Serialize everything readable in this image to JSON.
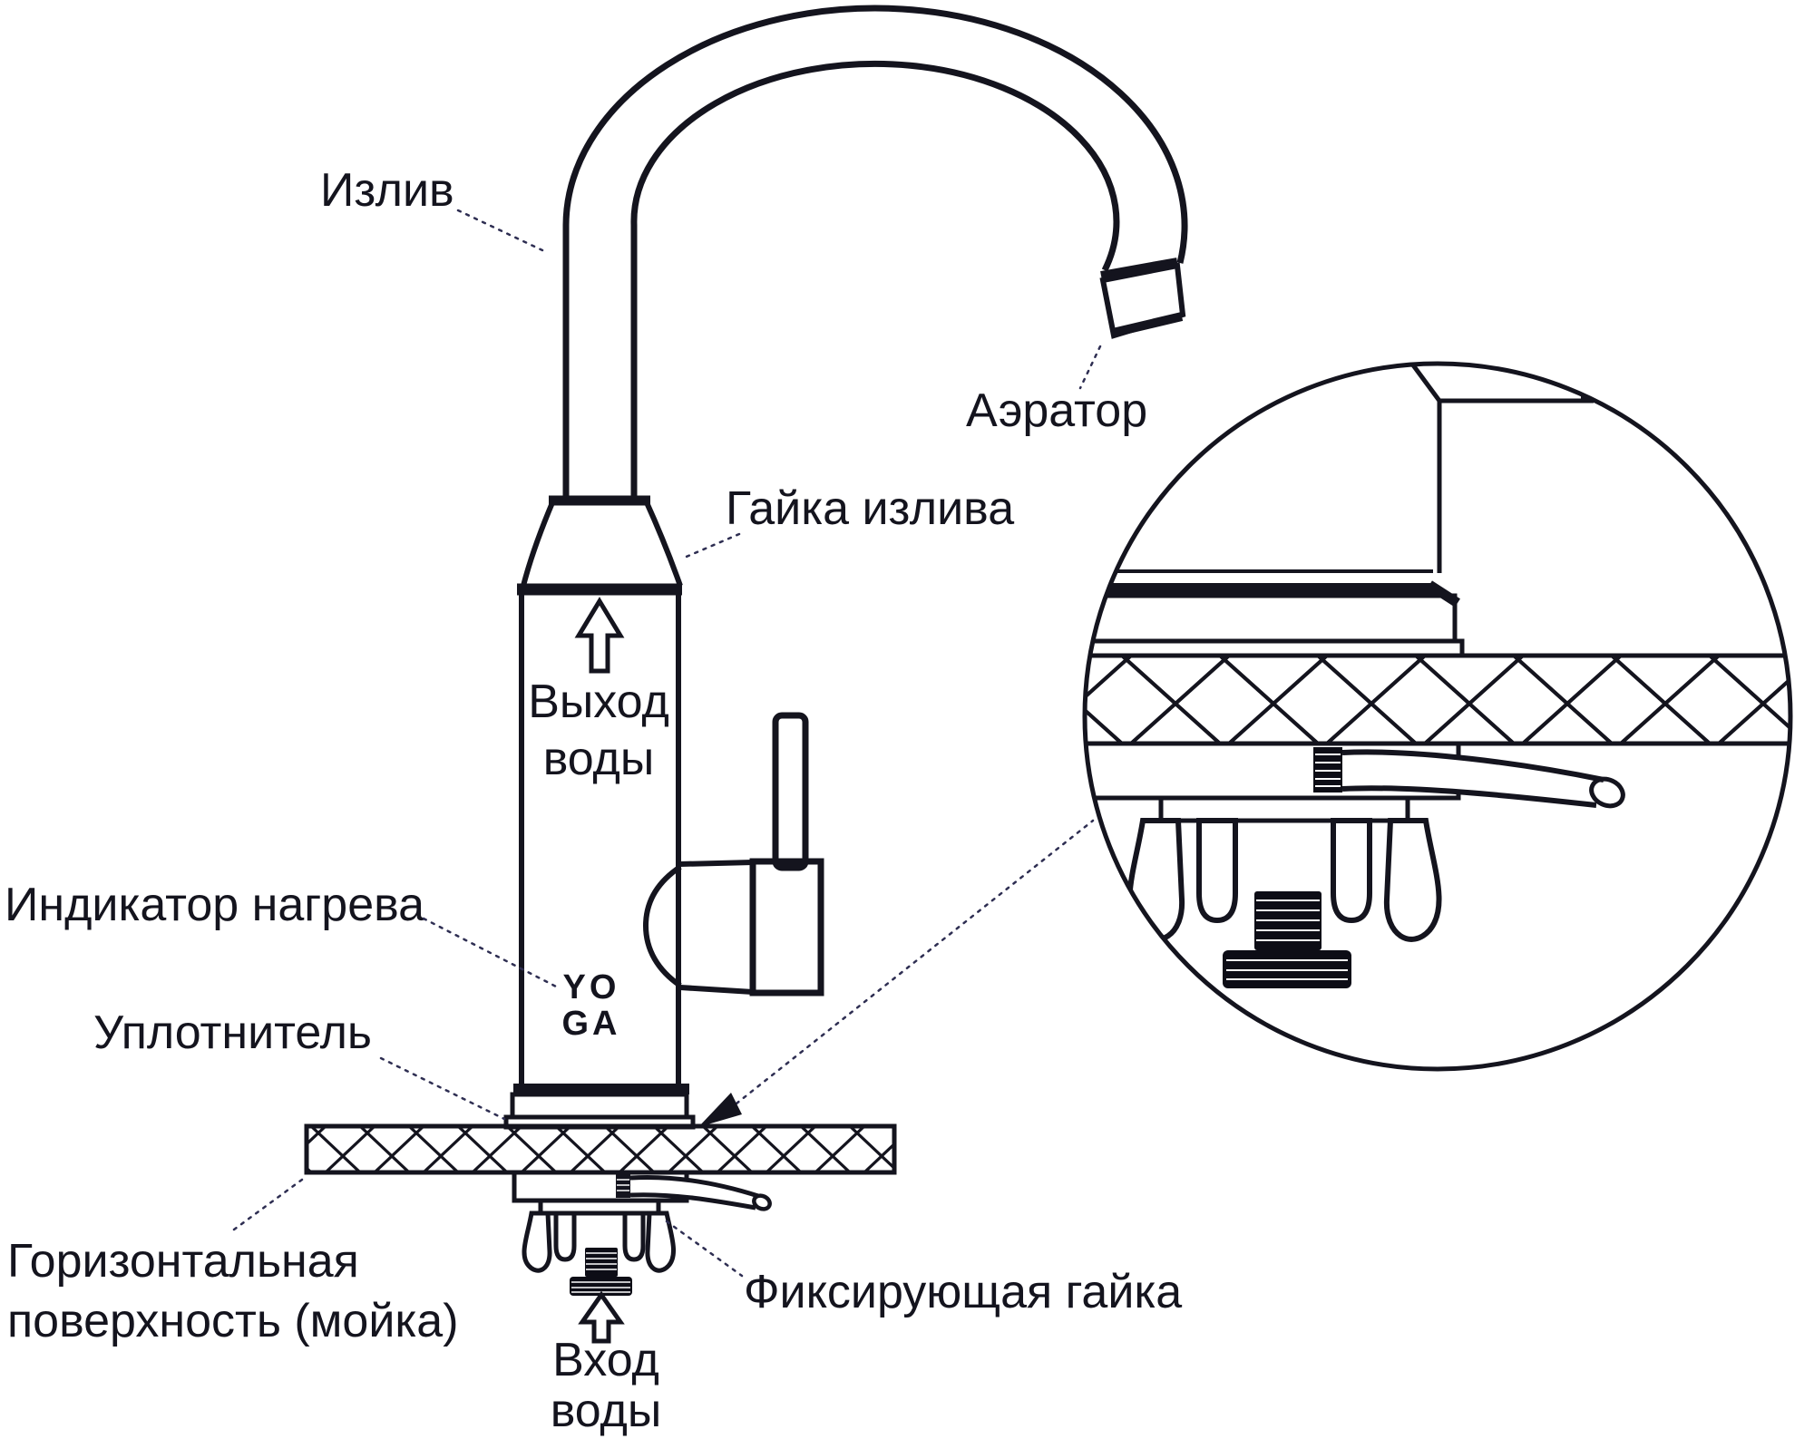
{
  "colors": {
    "ink": "#14141e",
    "leader_line": "#2e2e52",
    "background": "#ffffff"
  },
  "labels": {
    "spout": "Излив",
    "aerator": "Аэратор",
    "spout_nut": "Гайка излива",
    "heating_indicator": "Индикатор нагрева",
    "seal": "Уплотнитель",
    "surface_line1": "Горизонтальная",
    "surface_line2": "поверхность (мойка)",
    "fixing_nut": "Фиксирующая гайка",
    "outlet_line1": "Выход",
    "outlet_line2": "воды",
    "inlet_line1": "Вход",
    "inlet_line2": "воды"
  },
  "logo": {
    "line1": "YO",
    "line2": "GA"
  }
}
